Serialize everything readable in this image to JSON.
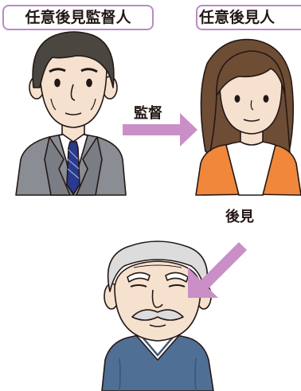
{
  "roles": {
    "supervisor": "任意後見監督人",
    "guardian": "任意後見人"
  },
  "relations": {
    "supervise": "監督",
    "guardianship": "後見"
  },
  "colors": {
    "frame": "#b98cc1",
    "arrow": "#c98fc6",
    "suit": "#8a8d93",
    "tie": "#2a3a8c",
    "cardigan": "#f0873a",
    "vest": "#4f6f95",
    "skin": "#f6e1cf",
    "hair_dark": "#4a4640",
    "hair_brown": "#6e4d35",
    "hair_gray": "#dcdcdc"
  }
}
